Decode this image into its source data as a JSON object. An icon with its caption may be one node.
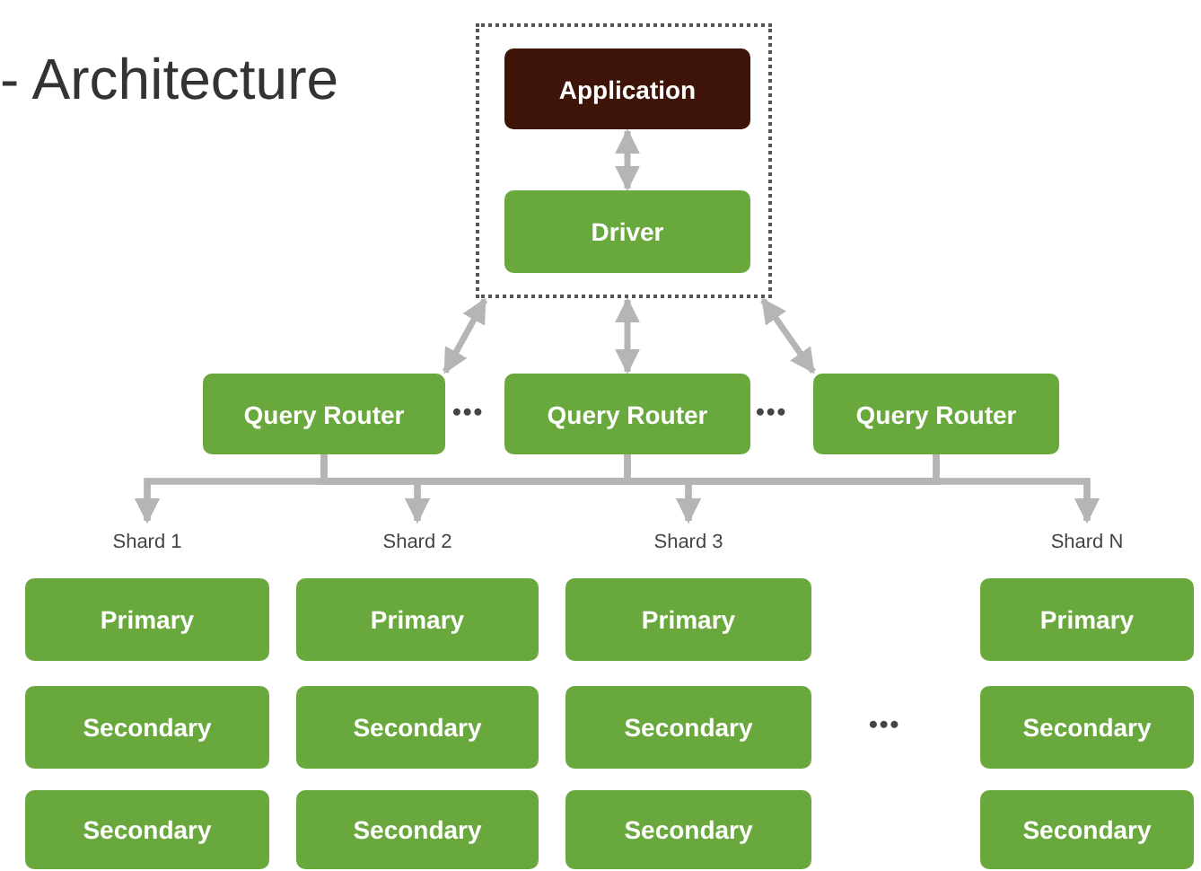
{
  "diagram": {
    "title": "- Architecture",
    "nodes": [
      {
        "text": [],
        "shape": "box"
      },
      {
        "text": [
          "Application"
        ],
        "in": 0
      },
      {
        "text": [
          "Driver"
        ],
        "in": 0
      },
      {
        "text": [
          "Query Router"
        ]
      },
      {
        "text": [
          "Query Router"
        ]
      },
      {
        "text": [
          "Query Router"
        ]
      },
      {
        "text": [
          "Shard 1"
        ]
      },
      {
        "text": [
          "Shard 2"
        ]
      },
      {
        "text": [
          "Shard 3"
        ]
      },
      {
        "text": [
          "Shard N"
        ]
      },
      {
        "text": [
          "Primary"
        ]
      },
      {
        "text": [
          "Primary"
        ]
      },
      {
        "text": [
          "Primary"
        ]
      },
      {
        "text": [
          "Primary"
        ]
      },
      {
        "text": [
          "Secondary"
        ]
      },
      {
        "text": [
          "Secondary"
        ]
      },
      {
        "text": [
          "Secondary"
        ]
      },
      {
        "text": [
          "Secondary"
        ]
      },
      {
        "text": [
          "Secondary"
        ]
      },
      {
        "text": [
          "Secondary"
        ]
      },
      {
        "text": [
          "Secondary"
        ]
      },
      {
        "text": [
          "Secondary"
        ]
      }
    ],
    "edges": [
      {
        "from": 1,
        "to": 2,
        "arrow": "both"
      },
      {
        "from": 0,
        "to": 3,
        "arrow": "both"
      },
      {
        "from": 0,
        "to": 4,
        "arrow": "both"
      },
      {
        "from": 0,
        "to": 5,
        "arrow": "both"
      },
      {
        "from": 3,
        "to": 6,
        "arrow": "to"
      },
      {
        "from": 3,
        "to": 7,
        "arrow": "to"
      },
      {
        "from": 3,
        "to": 8,
        "arrow": "to"
      },
      {
        "from": 3,
        "to": 9,
        "arrow": "to"
      },
      {
        "from": 4,
        "to": 6,
        "arrow": "to"
      },
      {
        "from": 4,
        "to": 7,
        "arrow": "to"
      },
      {
        "from": 4,
        "to": 8,
        "arrow": "to"
      },
      {
        "from": 4,
        "to": 9,
        "arrow": "to"
      },
      {
        "from": 5,
        "to": 6,
        "arrow": "to"
      },
      {
        "from": 5,
        "to": 7,
        "arrow": "to"
      },
      {
        "from": 5,
        "to": 8,
        "arrow": "to"
      },
      {
        "from": 5,
        "to": 9,
        "arrow": "to"
      }
    ],
    "labels": [
      "•••",
      "•••",
      "•••"
    ]
  }
}
